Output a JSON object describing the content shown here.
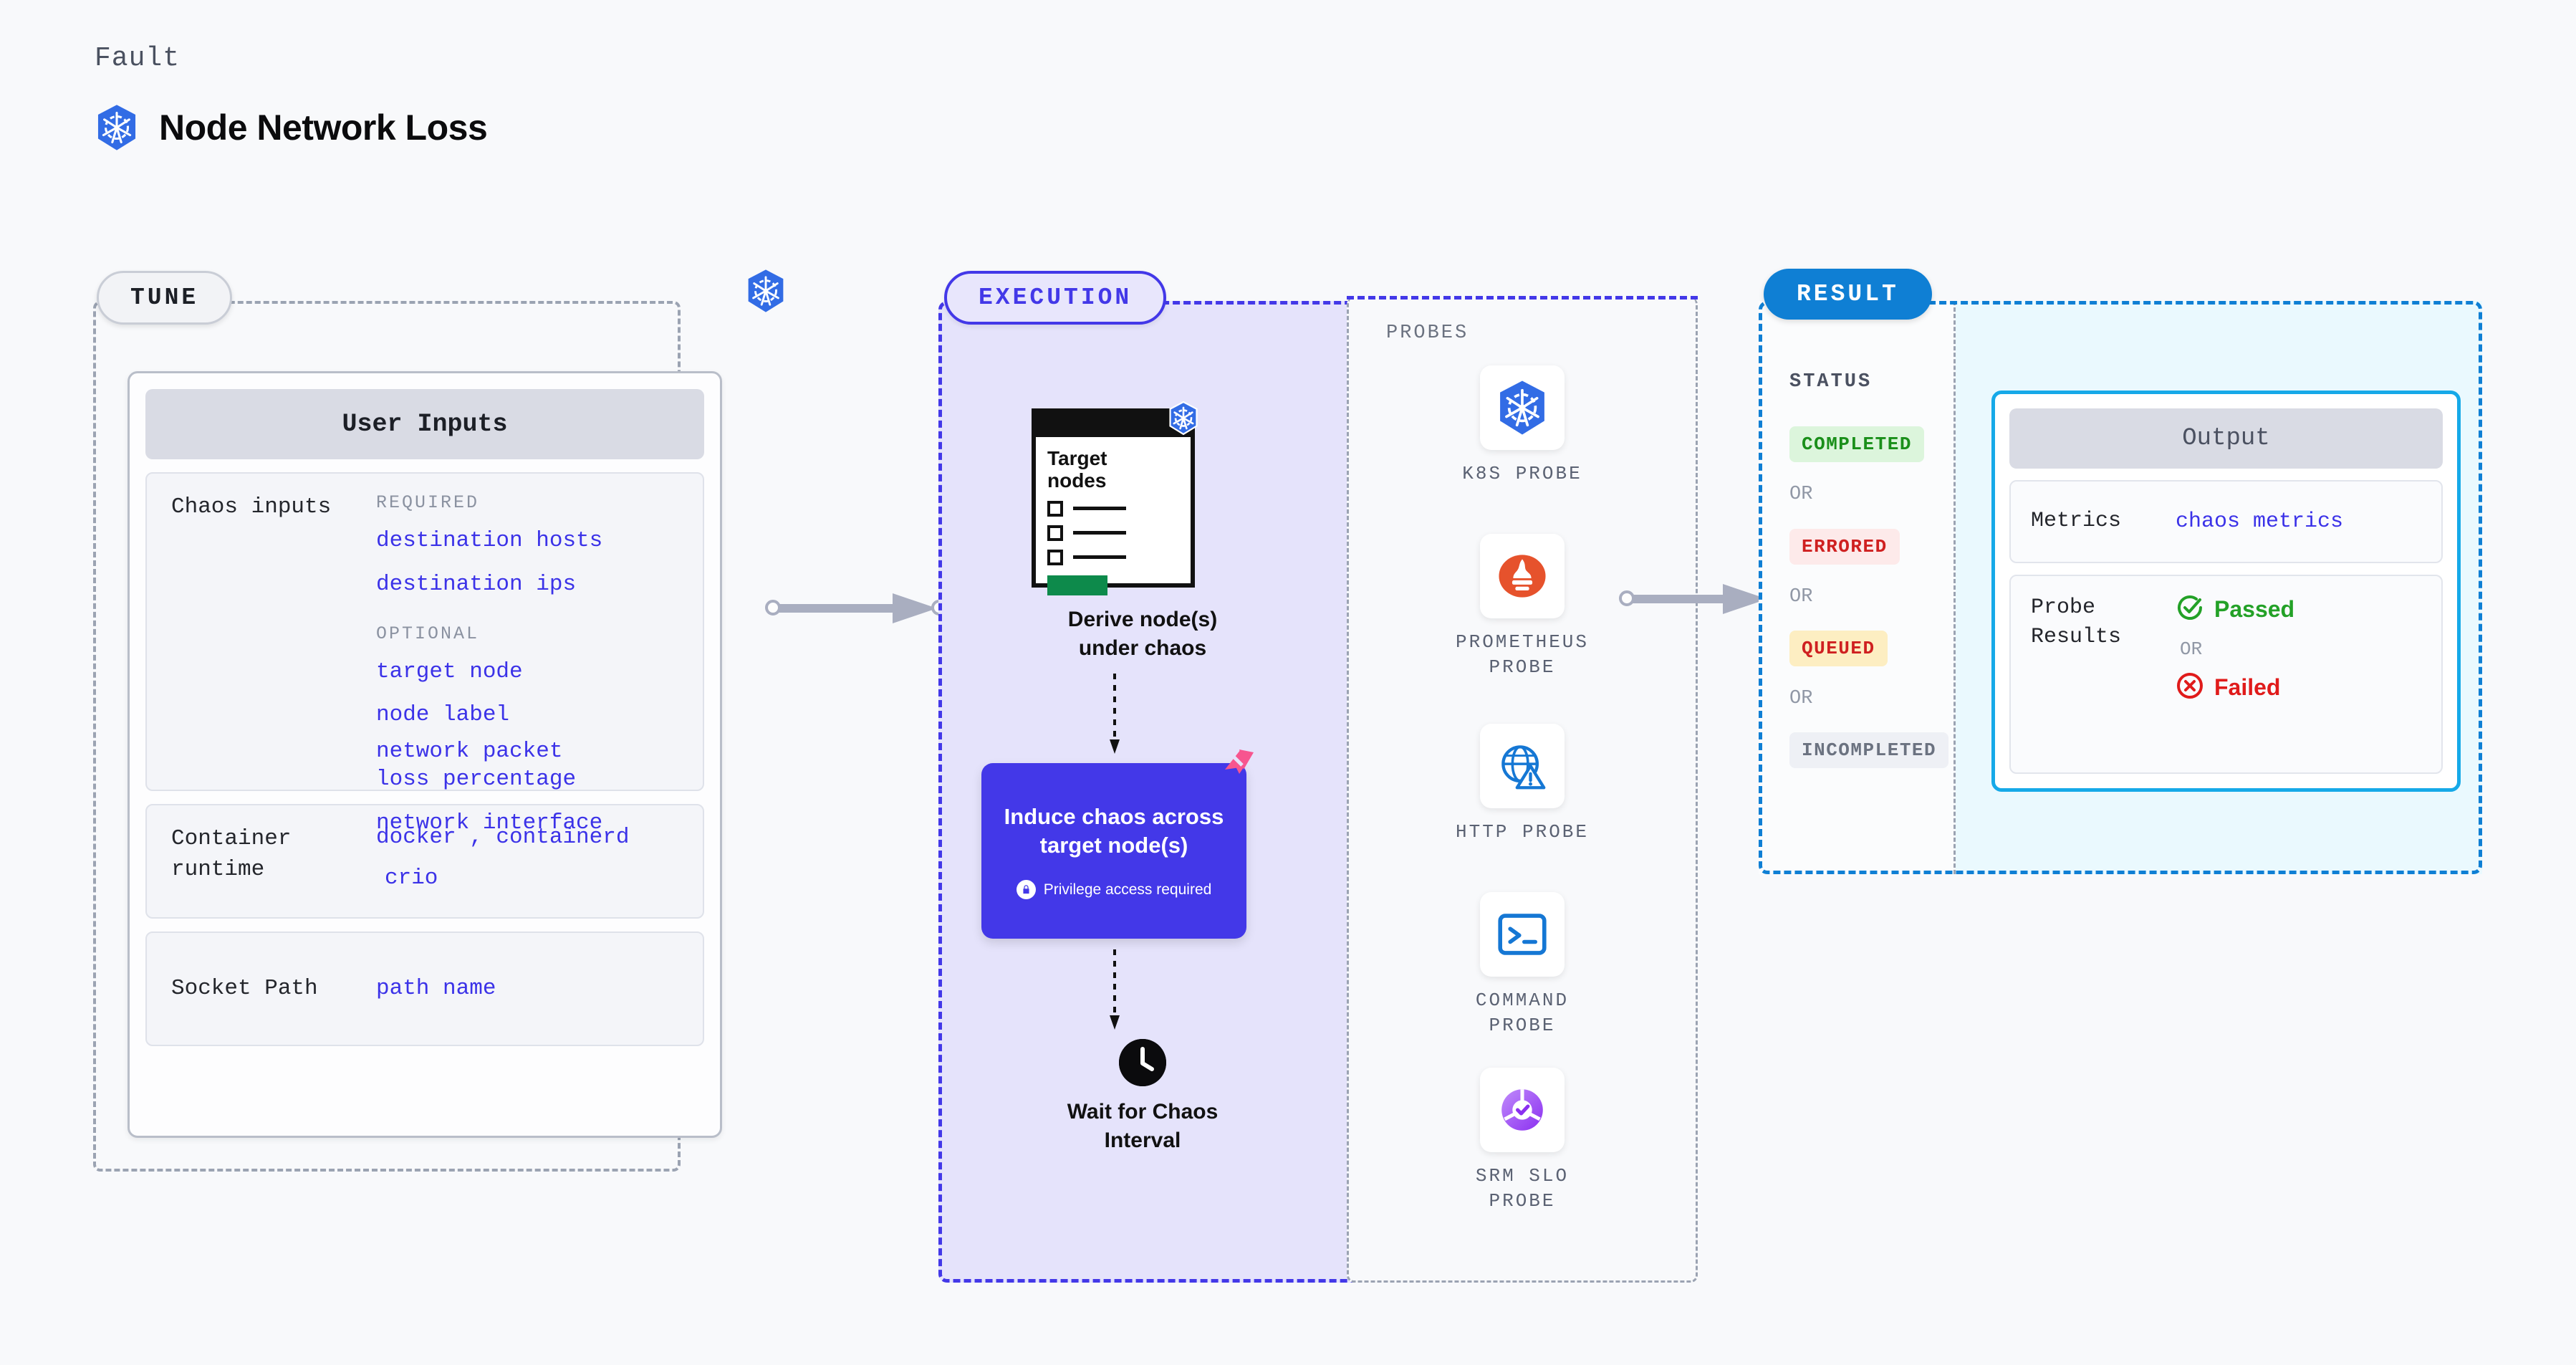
{
  "header": {
    "kicker": "Fault",
    "title": "Node Network Loss",
    "logo_icon": "kubernetes-icon",
    "logo_color": "#326ce5"
  },
  "tune": {
    "badge": "TUNE",
    "k8s_icon": "kubernetes-icon",
    "card_title": "User Inputs",
    "sections": [
      {
        "label": "Chaos inputs",
        "groups": [
          {
            "title": "REQUIRED",
            "values": [
              "destination hosts",
              "destination ips"
            ]
          },
          {
            "title": "OPTIONAL",
            "values": [
              "target node",
              "node label",
              "network packet loss percentage",
              "network interface"
            ]
          }
        ]
      },
      {
        "label": "Container runtime",
        "values": [
          "docker , containerd",
          "crio"
        ]
      },
      {
        "label": "Socket Path",
        "values": [
          "path name"
        ]
      }
    ]
  },
  "execution": {
    "badge": "EXECUTION",
    "target_card": {
      "title_line1": "Target",
      "title_line2": "nodes",
      "k8s_icon": "kubernetes-icon",
      "checkbox_rows": 3,
      "button_color": "#0d8a4b"
    },
    "derive_label_line1": "Derive node(s)",
    "derive_label_line2": "under chaos",
    "chaos_box": {
      "title_line1": "Induce chaos across",
      "title_line2": "target node(s)",
      "privilege_note": "Privilege access required",
      "lock_icon": "lock-icon",
      "litmus_icon": "litmus-chaos-icon",
      "color": "#4338e8"
    },
    "wait": {
      "clock_icon": "clock-icon",
      "label_line1": "Wait for Chaos",
      "label_line2": "Interval"
    },
    "probes_label": "PROBES",
    "probes": [
      {
        "name_line1": "K8S  PROBE",
        "name_line2": "",
        "icon": "kubernetes-icon"
      },
      {
        "name_line1": "PROMETHEUS",
        "name_line2": "PROBE",
        "icon": "prometheus-icon"
      },
      {
        "name_line1": "HTTP  PROBE",
        "name_line2": "",
        "icon": "http-globe-warning-icon"
      },
      {
        "name_line1": "COMMAND",
        "name_line2": "PROBE",
        "icon": "terminal-icon"
      },
      {
        "name_line1": "SRM  SLO",
        "name_line2": "PROBE",
        "icon": "srm-slo-icon"
      }
    ]
  },
  "result": {
    "badge": "RESULT",
    "status_label": "STATUS",
    "or_text": "OR",
    "statuses": [
      {
        "label": "COMPLETED",
        "bg": "#dcf5dc",
        "fg": "#1a8f1a"
      },
      {
        "label": "ERRORED",
        "bg": "#fdeaea",
        "fg": "#cf2020"
      },
      {
        "label": "QUEUED",
        "bg": "#fdeec2",
        "fg": "#cf2020"
      },
      {
        "label": "INCOMPLETED",
        "bg": "#eef0f5",
        "fg": "#6b7280"
      }
    ],
    "output": {
      "title": "Output",
      "metrics_label": "Metrics",
      "metrics_value": "chaos metrics",
      "probe_results_label_line1": "Probe",
      "probe_results_label_line2": "Results",
      "passed_label": "Passed",
      "passed_color": "#23a127",
      "passed_icon": "check-circle-icon",
      "or_text": "OR",
      "failed_label": "Failed",
      "failed_color": "#e01b1b",
      "failed_icon": "x-circle-icon"
    }
  }
}
